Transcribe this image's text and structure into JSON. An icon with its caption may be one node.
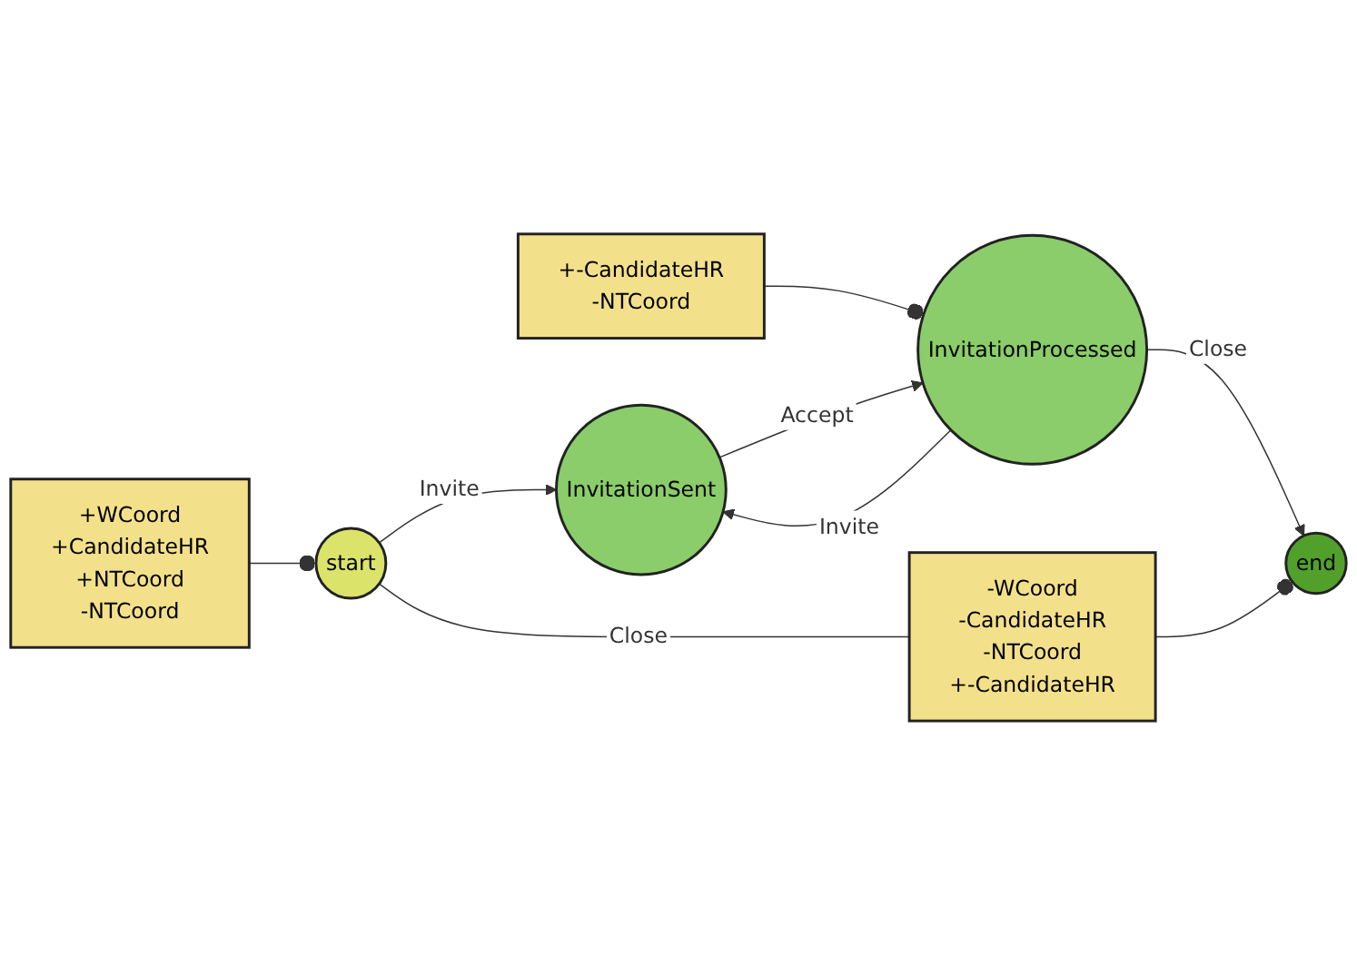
{
  "diagram": {
    "nodes": [
      {
        "text": [
          "+WCoord",
          "+CandidateHR",
          "+NTCoord",
          "-NTCoord"
        ]
      },
      {
        "text": [
          "+-CandidateHR",
          "-NTCoord"
        ]
      },
      {
        "text": [
          "start"
        ]
      },
      {
        "text": [
          "InvitationSent"
        ]
      },
      {
        "text": [
          "InvitationProcessed"
        ]
      },
      {
        "text": [
          "-WCoord",
          "-CandidateHR",
          "-NTCoord",
          "+-CandidateHR"
        ]
      },
      {
        "text": [
          "end"
        ]
      }
    ],
    "edges": [
      {
        "from": 0,
        "to": 2,
        "arrow": "other"
      },
      {
        "from": 2,
        "to": 3,
        "label": "Invite",
        "arrow": "to"
      },
      {
        "from": 3,
        "to": 4,
        "label": "Accept",
        "arrow": "to"
      },
      {
        "from": 1,
        "to": 4,
        "arrow": "other"
      },
      {
        "from": 4,
        "to": 3,
        "label": "Invite",
        "arrow": "to"
      },
      {
        "from": 2,
        "to": 5,
        "label": "Close",
        "arrow": "none"
      },
      {
        "from": 5,
        "to": 6,
        "arrow": "other"
      },
      {
        "from": 4,
        "to": 6,
        "label": "Close",
        "arrow": "to"
      }
    ]
  }
}
